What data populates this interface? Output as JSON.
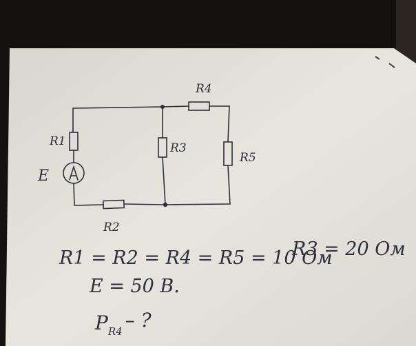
{
  "circuit": {
    "labels": {
      "r1": "R1",
      "r2": "R2",
      "r3": "R3",
      "r4": "R4",
      "r5": "R5",
      "e": "E"
    }
  },
  "given": {
    "resistances": "R1 = R2 = R4 = R5 = 10 Ом",
    "r3": "R3 = 20 Ом",
    "emf": "E = 50 В.",
    "find": "P",
    "find_sub": "R4",
    "find_suffix": "– ?"
  },
  "colors": {
    "background": "#141210",
    "paper": "#e6e3dc",
    "ink": "#2c2f3e"
  }
}
